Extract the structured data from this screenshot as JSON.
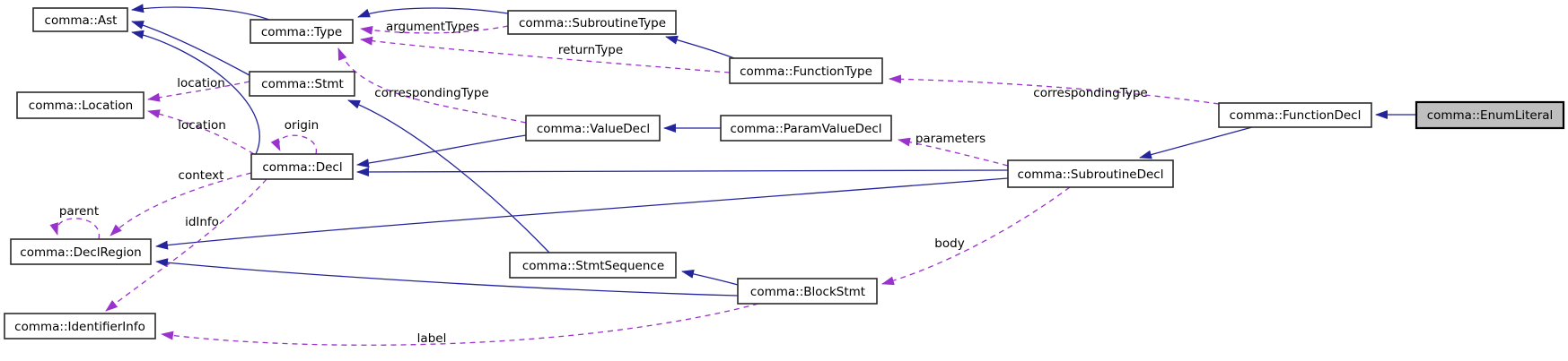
{
  "diagram": {
    "kind": "class-collaboration-graph",
    "focus_node": "comma::EnumLiteral"
  },
  "colors": {
    "background": "#ffffff",
    "node_fill": "#ffffff",
    "node_border": "#2b2b2b",
    "focus_node_fill": "#bfbfbf",
    "inheritance_edge": "#24249b",
    "usage_edge": "#9a32cd",
    "text": "#000000"
  },
  "nodes": {
    "ast": {
      "label": "comma::Ast"
    },
    "type": {
      "label": "comma::Type"
    },
    "subroutine_type": {
      "label": "comma::SubroutineType"
    },
    "function_type": {
      "label": "comma::FunctionType"
    },
    "location": {
      "label": "comma::Location"
    },
    "stmt": {
      "label": "comma::Stmt"
    },
    "value_decl": {
      "label": "comma::ValueDecl"
    },
    "param_value_decl": {
      "label": "comma::ParamValueDecl"
    },
    "decl": {
      "label": "comma::Decl"
    },
    "function_decl": {
      "label": "comma::FunctionDecl"
    },
    "enum_literal": {
      "label": "comma::EnumLiteral",
      "highlighted": true
    },
    "subroutine_decl": {
      "label": "comma::SubroutineDecl"
    },
    "decl_region": {
      "label": "comma::DeclRegion"
    },
    "stmt_sequence": {
      "label": "comma::StmtSequence"
    },
    "block_stmt": {
      "label": "comma::BlockStmt"
    },
    "identifier_info": {
      "label": "comma::IdentifierInfo"
    }
  },
  "edges": [
    {
      "from": "comma::Type",
      "to": "comma::Ast",
      "type": "inheritance"
    },
    {
      "from": "comma::Stmt",
      "to": "comma::Ast",
      "type": "inheritance"
    },
    {
      "from": "comma::Decl",
      "to": "comma::Ast",
      "type": "inheritance"
    },
    {
      "from": "comma::SubroutineType",
      "to": "comma::Type",
      "type": "inheritance"
    },
    {
      "from": "comma::FunctionType",
      "to": "comma::SubroutineType",
      "type": "inheritance"
    },
    {
      "from": "comma::ParamValueDecl",
      "to": "comma::ValueDecl",
      "type": "inheritance"
    },
    {
      "from": "comma::ValueDecl",
      "to": "comma::Decl",
      "type": "inheritance"
    },
    {
      "from": "comma::SubroutineDecl",
      "to": "comma::Decl",
      "type": "inheritance"
    },
    {
      "from": "comma::SubroutineDecl",
      "to": "comma::DeclRegion",
      "type": "inheritance"
    },
    {
      "from": "comma::FunctionDecl",
      "to": "comma::SubroutineDecl",
      "type": "inheritance"
    },
    {
      "from": "comma::EnumLiteral",
      "to": "comma::FunctionDecl",
      "type": "inheritance"
    },
    {
      "from": "comma::StmtSequence",
      "to": "comma::Stmt",
      "type": "inheritance"
    },
    {
      "from": "comma::BlockStmt",
      "to": "comma::StmtSequence",
      "type": "inheritance"
    },
    {
      "from": "comma::BlockStmt",
      "to": "comma::DeclRegion",
      "type": "inheritance"
    },
    {
      "from": "comma::SubroutineType",
      "to": "comma::Type",
      "type": "usage",
      "label": "argumentTypes"
    },
    {
      "from": "comma::FunctionType",
      "to": "comma::Type",
      "type": "usage",
      "label": "returnType"
    },
    {
      "from": "comma::ValueDecl",
      "to": "comma::Type",
      "type": "usage",
      "label": "correspondingType"
    },
    {
      "from": "comma::FunctionDecl",
      "to": "comma::FunctionType",
      "type": "usage",
      "label": "correspondingType"
    },
    {
      "from": "comma::Stmt",
      "to": "comma::Location",
      "type": "usage",
      "label": "location"
    },
    {
      "from": "comma::Decl",
      "to": "comma::Location",
      "type": "usage",
      "label": "location"
    },
    {
      "from": "comma::Decl",
      "to": "comma::Decl",
      "type": "usage",
      "label": "origin"
    },
    {
      "from": "comma::Decl",
      "to": "comma::DeclRegion",
      "type": "usage",
      "label": "context"
    },
    {
      "from": "comma::DeclRegion",
      "to": "comma::DeclRegion",
      "type": "usage",
      "label": "parent"
    },
    {
      "from": "comma::Decl",
      "to": "comma::IdentifierInfo",
      "type": "usage",
      "label": "idInfo"
    },
    {
      "from": "comma::SubroutineDecl",
      "to": "comma::ParamValueDecl",
      "type": "usage",
      "label": "parameters"
    },
    {
      "from": "comma::SubroutineDecl",
      "to": "comma::BlockStmt",
      "type": "usage",
      "label": "body"
    },
    {
      "from": "comma::BlockStmt",
      "to": "comma::IdentifierInfo",
      "type": "usage",
      "label": "label"
    }
  ]
}
